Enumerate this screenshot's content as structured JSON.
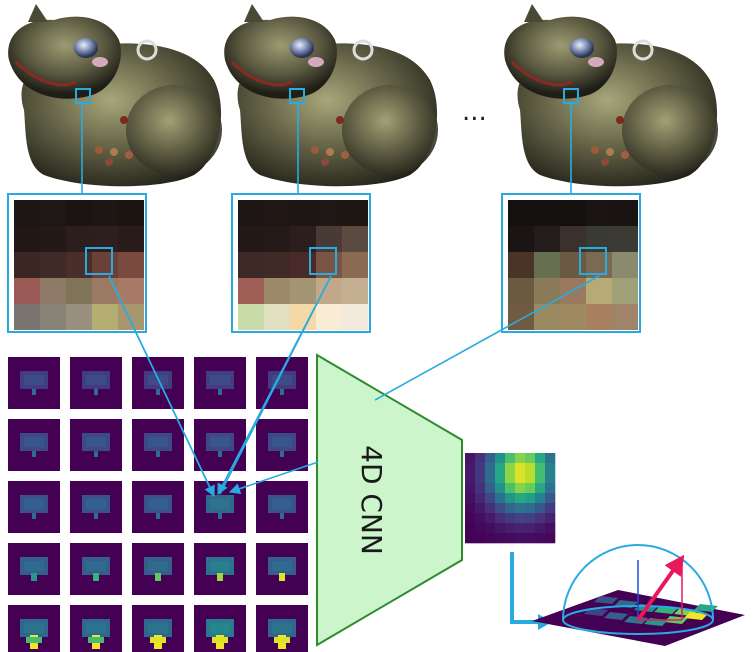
{
  "figure": {
    "network_label": "4D CNN",
    "ellipsis": "..."
  },
  "colors": {
    "connector": "#29abe2",
    "cnn_fill": "#ccf5cc",
    "cnn_stroke": "#2e8b2e",
    "normal_arrow": "#e8185c",
    "viridis_dark": "#440154",
    "viridis_yellow": "#fde725"
  },
  "icons": [
    "cat-figurine-render",
    "pixel-patch",
    "observation-map",
    "output-map",
    "hemisphere-plot",
    "down-right-arrow-icon"
  ]
}
